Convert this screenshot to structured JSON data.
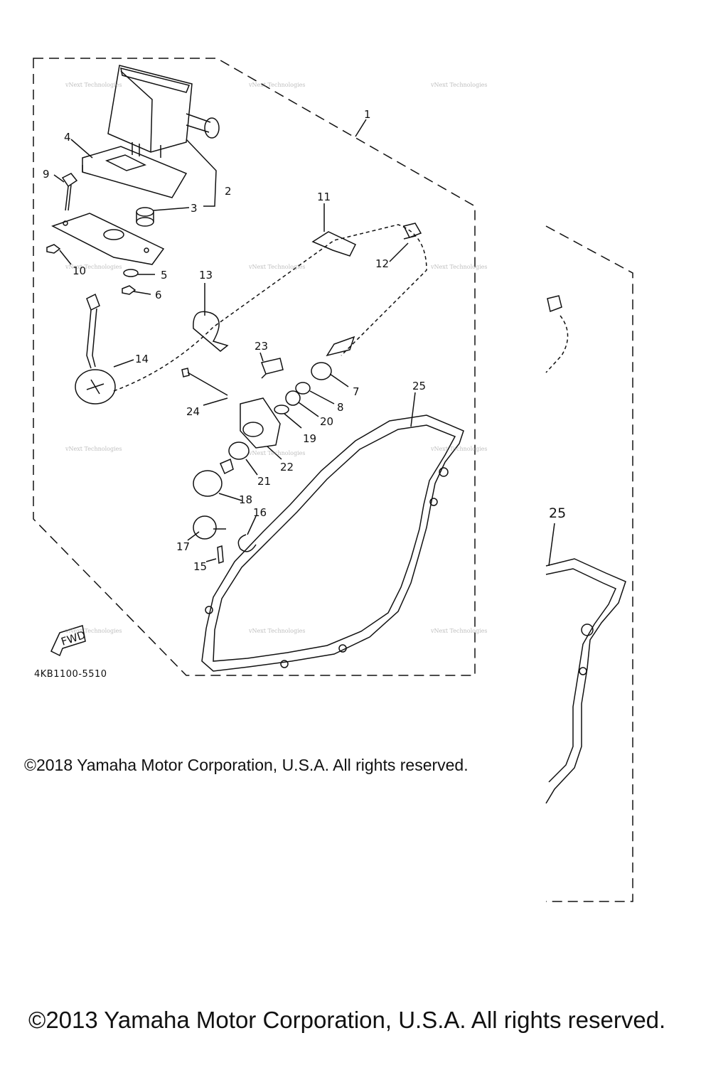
{
  "diagram": {
    "callouts": [
      "1",
      "2",
      "3",
      "4",
      "5",
      "6",
      "7",
      "8",
      "9",
      "10",
      "11",
      "12",
      "13",
      "14",
      "15",
      "16",
      "17",
      "18",
      "19",
      "20",
      "21",
      "22",
      "23",
      "24",
      "25"
    ],
    "inset_callout": "25",
    "diagram_code": "4KB1100-5510",
    "fwd_label": "FWD",
    "watermark": "vNext Technologies"
  },
  "footer": {
    "copyright_2018": "©2018 Yamaha Motor Corporation, U.S.A. All rights reserved.",
    "copyright_2013": "©2013 Yamaha Motor Corporation, U.S.A. All rights reserved."
  }
}
